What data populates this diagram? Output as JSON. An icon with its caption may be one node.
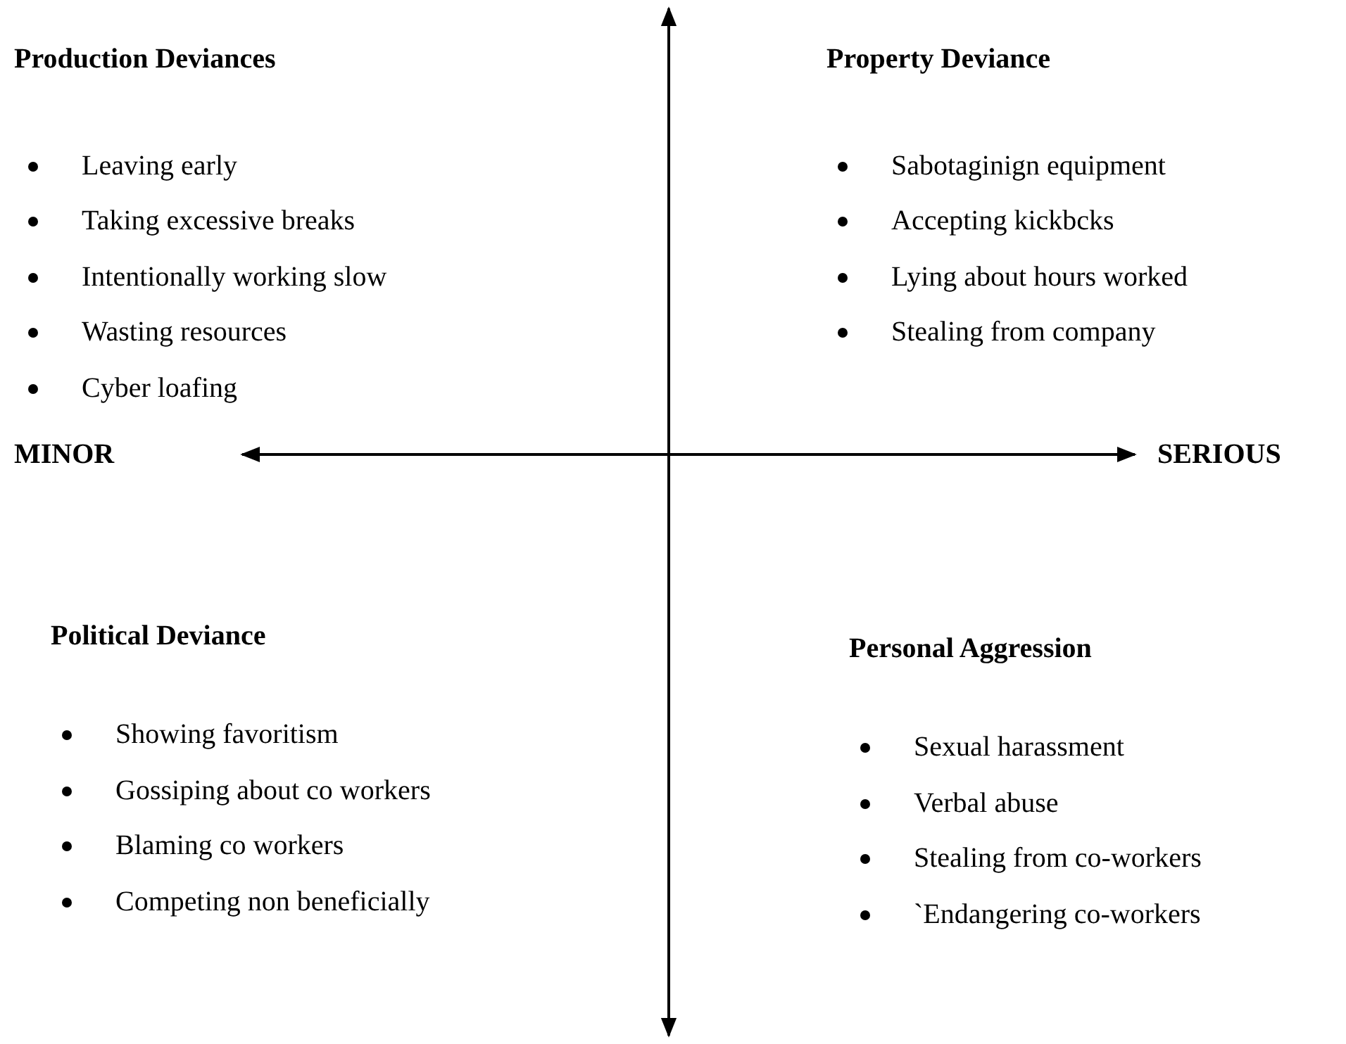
{
  "diagram": {
    "labels": [
      "Production Deviances",
      "Leaving early",
      "Taking excessive breaks",
      "Intentionally working slow",
      "Wasting resources",
      "Cyber loafing",
      "Property Deviance",
      "Sabotaginign equipment",
      "Accepting kickbcks",
      "Lying about hours worked",
      "Stealing from company",
      "MINOR",
      "SERIOUS",
      "Political Deviance",
      "Showing favoritism",
      "Gossiping about co workers",
      "Blaming co workers",
      "Competing non beneficially",
      "Personal Aggression",
      "Sexual harassment",
      "Verbal abuse",
      "Stealing from co-workers",
      "`Endangering co-workers"
    ]
  }
}
